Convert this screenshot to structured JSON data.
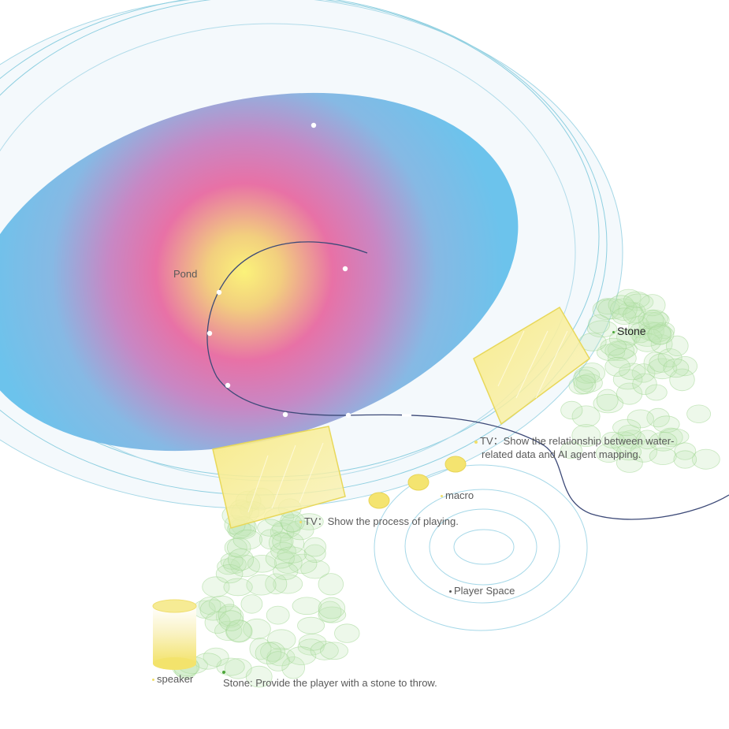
{
  "colors": {
    "outline": "#8ecfe0",
    "path": "#3d4a78",
    "tv_fill": "#f4e67a",
    "stone": "#9ed690",
    "dot_yellow": "#f1df6a",
    "dot_green": "#4ca63a",
    "dot_dark": "#555555"
  },
  "labels": {
    "pond": "Pond",
    "stone": "Stone",
    "tv_relationship": "TV：Show the relationship between water-related data and AI agent mapping.",
    "tv_relationship_line1": "TV：Show the relationship between water-",
    "tv_relationship_line2": "related data and AI agent mapping.",
    "macro": "macro",
    "tv_playing": "TV：Show the process of playing.",
    "player_space": "Player Space",
    "speaker": "speaker",
    "stone_throw": "Stone: Provide the player with a stone to throw."
  },
  "icons": [
    "pond-gradient",
    "tv-screen",
    "stone-pile",
    "speaker-cylinder",
    "macro-pebble",
    "ripple-rings"
  ]
}
